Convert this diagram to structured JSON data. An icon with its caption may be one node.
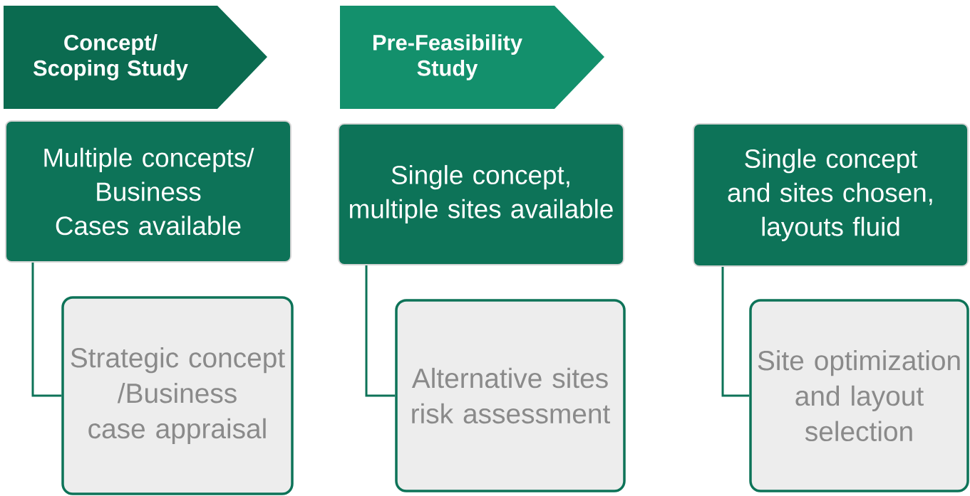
{
  "diagram": {
    "nodes": [
      {
        "text": [
          "Concept/ Scoping Study"
        ]
      },
      {
        "text": [
          "Pre-Feasibility Study"
        ]
      },
      {
        "text": [
          "Multiple concepts/ Business Cases available"
        ]
      },
      {
        "text": [
          "Strategic concept /Business case appraisal"
        ]
      },
      {
        "text": [
          "Single concept, multiple sites available"
        ]
      },
      {
        "text": [
          "Alternative sites risk assessment"
        ]
      },
      {
        "text": [
          "Single concept and sites chosen, layouts fluid"
        ]
      },
      {
        "text": [
          "Site optimization and layout selection"
        ]
      }
    ],
    "edges": [
      {
        "from": 2,
        "to": 3,
        "arrow": "none"
      },
      {
        "from": 4,
        "to": 5,
        "arrow": "none"
      },
      {
        "from": 6,
        "to": 7,
        "arrow": "none"
      }
    ]
  }
}
